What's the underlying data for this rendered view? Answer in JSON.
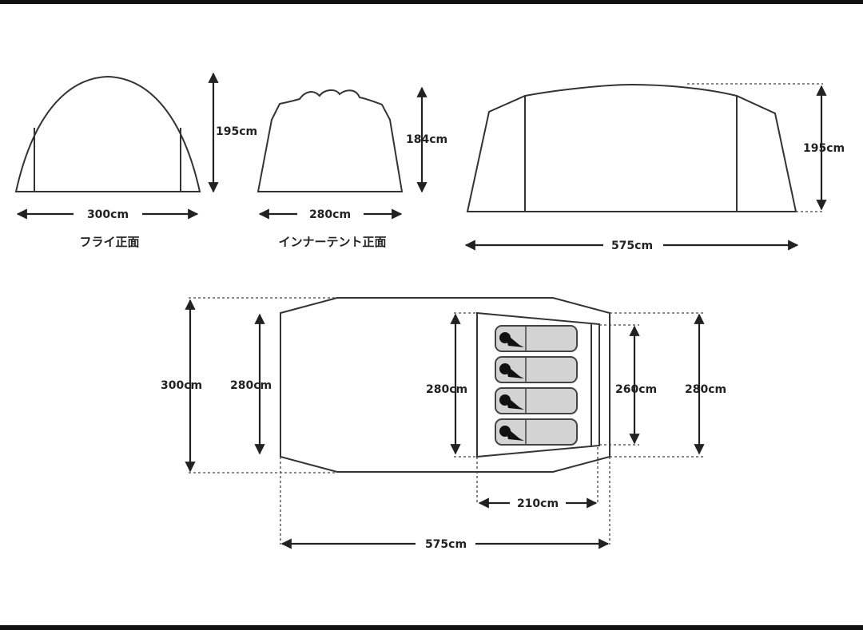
{
  "fly_front": {
    "caption": "フライ正面",
    "width": "300cm",
    "height": "195cm"
  },
  "inner_front": {
    "caption": "インナーテント正面",
    "width": "280cm",
    "height": "184cm"
  },
  "side_view": {
    "length": "575cm",
    "height": "195cm"
  },
  "plan_view": {
    "fly_width": "300cm",
    "front_width": "280cm",
    "inner_width": "280cm",
    "inner_rear_width": "260cm",
    "rear_width": "280cm",
    "inner_depth": "210cm",
    "total_length": "575cm",
    "sleeping_spots": 4
  },
  "colors": {
    "line": "#333333",
    "bed_fill": "#d3d3d3",
    "frame": "#111111"
  }
}
